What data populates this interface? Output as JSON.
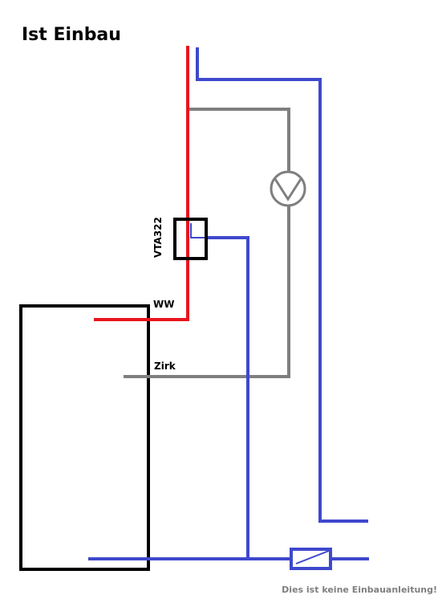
{
  "title": "Ist Einbau",
  "labels": {
    "valve": "VTA322",
    "hot_water": "WW",
    "circulation": "Zirk"
  },
  "disclaimer": "Dies ist keine Einbauanleitung!",
  "colors": {
    "hot_water_line": "#e8141c",
    "cold_water_line": "#3f48cc",
    "circulation_line": "#7f7f7f",
    "outline": "#000000",
    "disclaimer_text": "#7f7f7f"
  },
  "icons": {
    "pump": "circulation-pump-icon",
    "check_valve": "check-valve-icon"
  }
}
